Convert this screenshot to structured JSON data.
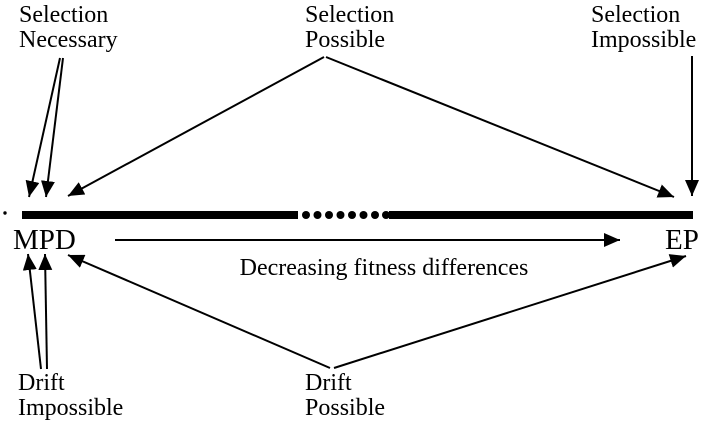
{
  "diagram": {
    "colors": {
      "ink": "#000000",
      "background": "#ffffff"
    },
    "top_labels": {
      "selection_necessary": "Selection\nNecessary",
      "selection_possible": "Selection\nPossible",
      "selection_impossible": "Selection\nImpossible"
    },
    "continuum": {
      "left_endpoint": "MPD",
      "right_endpoint": "EP"
    },
    "gradient_arrow": {
      "caption": "Decreasing fitness differences"
    },
    "bottom_labels": {
      "drift_impossible": "Drift\nImpossible",
      "drift_possible": "Drift\nPossible"
    }
  }
}
